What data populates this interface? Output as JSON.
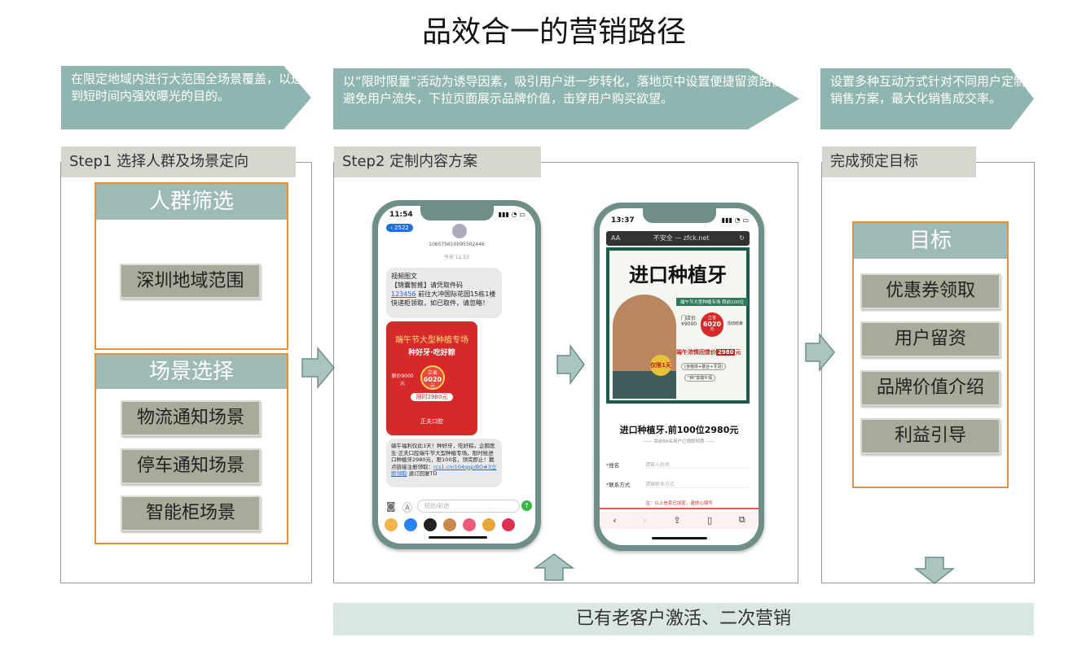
{
  "title": "品效合一的营销路径",
  "banners": [
    "在限定地域内进行大范围全场景覆盖，以达到短时间内强效曝光的目的。",
    "以“限时限量”活动为诱导因素，吸引用户进一步转化，落地页中设置便捷留资路径，避免用户流失，下拉页面展示品牌价值，击穿用户购买欲望。",
    "设置多种互动方式针对不同用户定制销售方案，最大化销售成交率。"
  ],
  "steps": {
    "step1": {
      "label": "Step1 选择人群及场景定向",
      "crowd_header": "人群筛选",
      "crowd_tag": "深圳地域范围",
      "scene_header": "场景选择",
      "scene_tags": [
        "物流通知场景",
        "停车通知场景",
        "智能柜场景"
      ]
    },
    "step2": {
      "label": "Step2 定制内容方案"
    },
    "step3": {
      "label": "完成预定目标",
      "goal_header": "目标",
      "goal_tags": [
        "优惠券领取",
        "用户留资",
        "品牌价值介绍",
        "利益引导"
      ]
    }
  },
  "bottom_bar": "已有老客户激活、二次营销",
  "phone_sms": {
    "time": "11:54",
    "back": "2522",
    "sender": "10657561009550244​6",
    "msg_time": "今天 11:53",
    "bubble1": {
      "line1": "视频图文",
      "line2": "【锦囊智推】请凭取件码",
      "code": "123456",
      "line3": "前往大冲国际花园15栋1楼快递柜领取，如已取件，请忽略！"
    },
    "card": {
      "title": "端午节大型种植专场",
      "subtitle": "种好牙·吃好粽",
      "price_orig": "原价9000元",
      "badge_top": "立省",
      "badge_num": "6020",
      "badge_unit": "元",
      "price_now": "限时2980元",
      "brand": "正夫口腔"
    },
    "bubble2": {
      "text": "端午福利仅此1天！种好牙，吃好粽。企鹅医生·正夫口腔端午节大型种植专场，限时抢进口种植牙2980元，限100名，领完即止！戳点链接注册领取：",
      "link": "rcs1.cn/104qsp/BO#3",
      "link2": "立即领取",
      "tail": "退订回复TD"
    },
    "input_placeholder": "短信/彩信"
  },
  "phone_web": {
    "time": "13:37",
    "url_left": "AA",
    "url": "不安全 — zfck.net",
    "hero_title": "进口种植牙",
    "ribbon": "端午节大型种植专场 限前100位",
    "door_price": "门店价¥9000",
    "badge_top": "立省",
    "badge_num": "6020",
    "badge_unit": "元",
    "activity_end": "活动结束",
    "limited": "仅限1天",
    "promo": "端午浓情回馈价",
    "promo_price": "2980",
    "promo_unit": "元",
    "pill1": "(含植体+基台+牙冠)",
    "pill2": "“种”享端午情",
    "subtitle": "进口种植牙.前100位2980元",
    "sub_note": "—— 目前69名用户已领取特惠 ——",
    "field1_label": "姓名",
    "field1_placeholder": "请输入姓名",
    "field2_label": "联系方式",
    "field2_placeholder": "请输联系方式",
    "note": "注：以上信息已加密，请放心填写"
  },
  "colors": {
    "teal": "#8fb5b1",
    "orange": "#e0923a",
    "tag": "#a6ab9a",
    "step_label": "#d6d6cf",
    "bottom": "#d9e6e4"
  }
}
